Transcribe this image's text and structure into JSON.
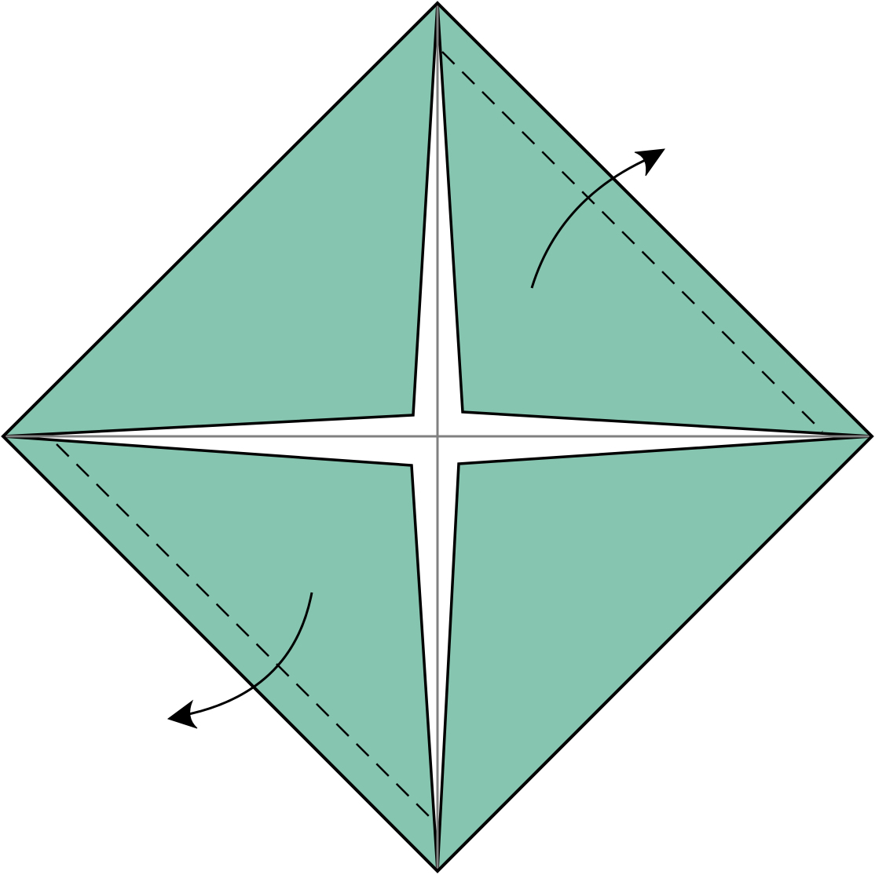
{
  "diagram": {
    "type": "origami-fold-step",
    "paper_color": "#86c5b0",
    "outline_color": "#000000",
    "center_crease_color": "#808080",
    "opening_color": "#ffffff",
    "valley_fold_lines": 2,
    "fold_arrows": [
      {
        "direction": "up-right",
        "icon": "curved-arrow-icon"
      },
      {
        "direction": "down-left",
        "icon": "curved-arrow-icon"
      }
    ]
  }
}
